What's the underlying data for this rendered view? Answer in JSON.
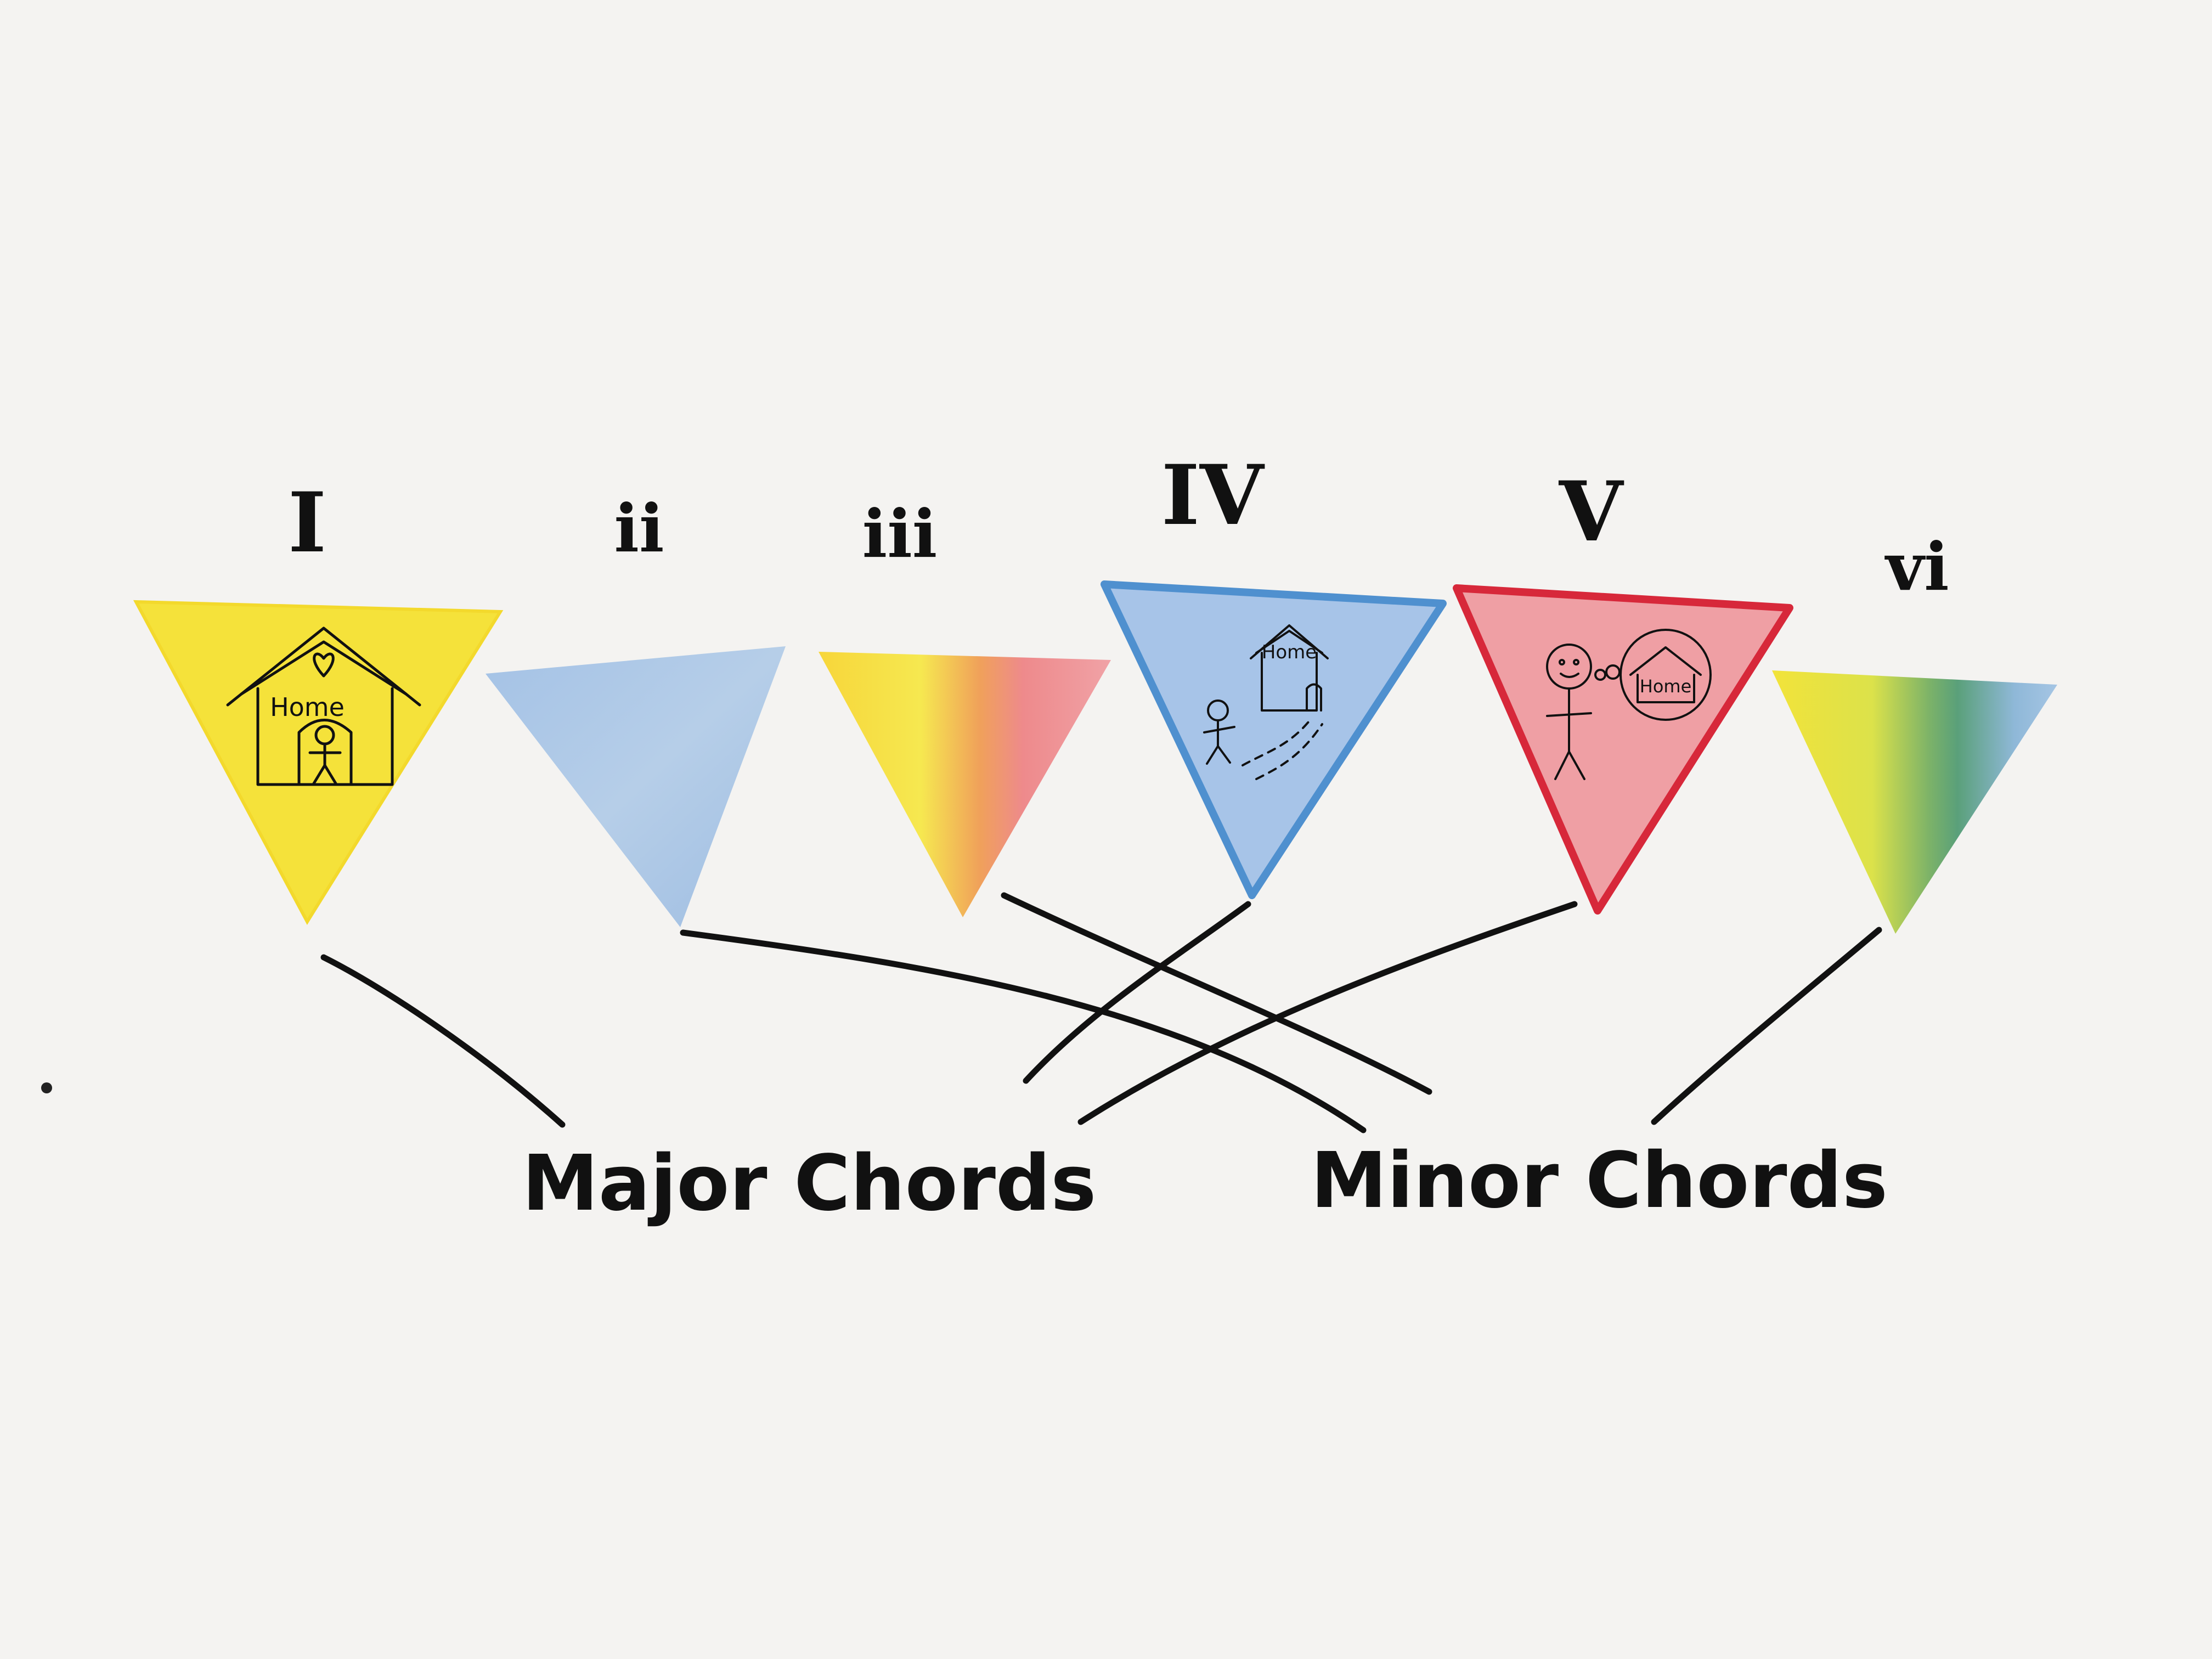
{
  "chords": [
    {
      "numeral": "I",
      "quality": "major",
      "fill": "#f5e23a",
      "border": "#f5e23a",
      "drawing": "stick figure inside a house with a heart on the roof",
      "home_text": "Home"
    },
    {
      "numeral": "ii",
      "quality": "minor",
      "fill": "#a9c6e6",
      "border": "#a9c6e6",
      "drawing": "",
      "home_text": ""
    },
    {
      "numeral": "iii",
      "quality": "minor",
      "fill": "yellow-to-red blend",
      "border": "#f0b080",
      "drawing": "",
      "home_text": ""
    },
    {
      "numeral": "IV",
      "quality": "major",
      "fill": "#a7c4e8",
      "border": "#4f90cf",
      "drawing": "stick figure walking away from a house",
      "home_text": "Home"
    },
    {
      "numeral": "V",
      "quality": "major",
      "fill": "#ef9fa4",
      "border": "#d7283a",
      "drawing": "stick figure thinking of a house",
      "home_text": "Home"
    },
    {
      "numeral": "vi",
      "quality": "minor",
      "fill": "yellow-green-blue blend",
      "border": "#b8d47a",
      "drawing": "",
      "home_text": ""
    }
  ],
  "groups": {
    "major_label": "Major Chords",
    "minor_label": "Minor Chords"
  },
  "colors": {
    "background": "#f4f3f1",
    "ink": "#111111",
    "yellow": "#f5e23a",
    "blue": "#a9c6e6",
    "red": "#ef9fa4"
  }
}
